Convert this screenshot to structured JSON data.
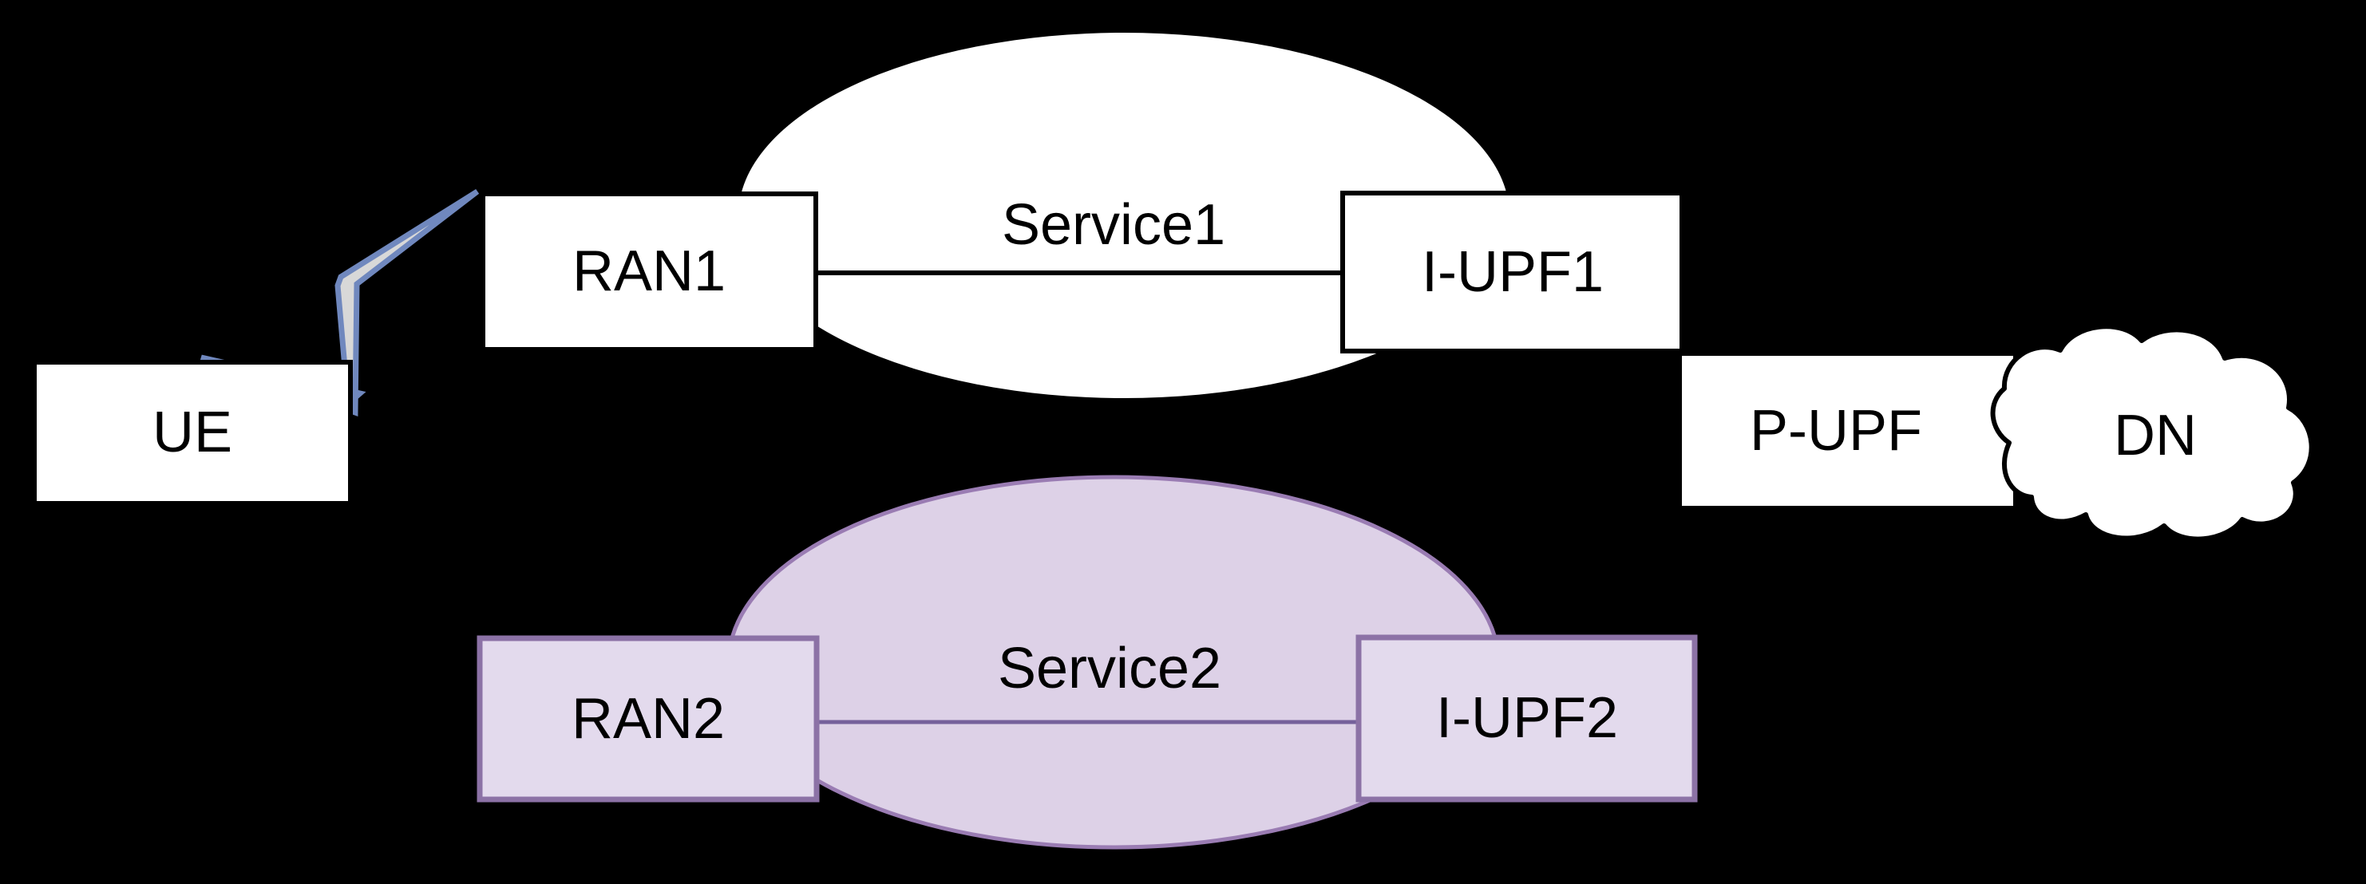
{
  "diagram": {
    "title": "5G network slicing user-plane diagram",
    "background": "#000000",
    "nodes": {
      "ue": {
        "label": "UE",
        "shape": "rectangle",
        "fill": "#ffffff",
        "border": "#000000"
      },
      "ran1": {
        "label": "RAN1",
        "shape": "rectangle",
        "fill": "#ffffff",
        "border": "#000000"
      },
      "service1": {
        "label": "Service1",
        "shape": "ellipse",
        "fill": "#ffffff",
        "border": "none"
      },
      "iupf1": {
        "label": "I-UPF1",
        "shape": "rectangle",
        "fill": "#ffffff",
        "border": "#000000"
      },
      "pupf": {
        "label": "P-UPF",
        "shape": "rectangle",
        "fill": "#ffffff",
        "border": "#000000"
      },
      "dn": {
        "label": "DN",
        "shape": "cloud",
        "fill": "#ffffff",
        "border": "#000000"
      },
      "ran2": {
        "label": "RAN2",
        "shape": "rectangle",
        "fill": "#E3DAED",
        "border": "#8C72A6"
      },
      "service2": {
        "label": "Service2",
        "shape": "ellipse",
        "fill": "#DDD1E7",
        "border": "#9A7CB3"
      },
      "iupf2": {
        "label": "I-UPF2",
        "shape": "rectangle",
        "fill": "#E3DAED",
        "border": "#8C72A6"
      }
    },
    "links": [
      {
        "from": "UE",
        "to": "RAN1",
        "type": "radio-link-lightning-bolt"
      },
      {
        "from": "RAN1",
        "to": "I-UPF1",
        "via": "Service1",
        "type": "line"
      },
      {
        "from": "RAN2",
        "to": "I-UPF2",
        "via": "Service2",
        "type": "line"
      },
      {
        "from": "P-UPF",
        "to": "DN",
        "type": "adjacent"
      }
    ],
    "colors": {
      "background": "#000000",
      "plain_node_fill": "#ffffff",
      "plain_node_border": "#000000",
      "slice2_node_fill": "#E3DAED",
      "slice2_node_border": "#8C72A6",
      "slice2_ellipse_fill": "#DDD1E7",
      "slice2_ellipse_border": "#9A7CB3",
      "connector1": "#000000",
      "connector2": "#75619B",
      "bolt_fill": "#D8D8D8",
      "bolt_stroke": "#7088BE"
    }
  }
}
